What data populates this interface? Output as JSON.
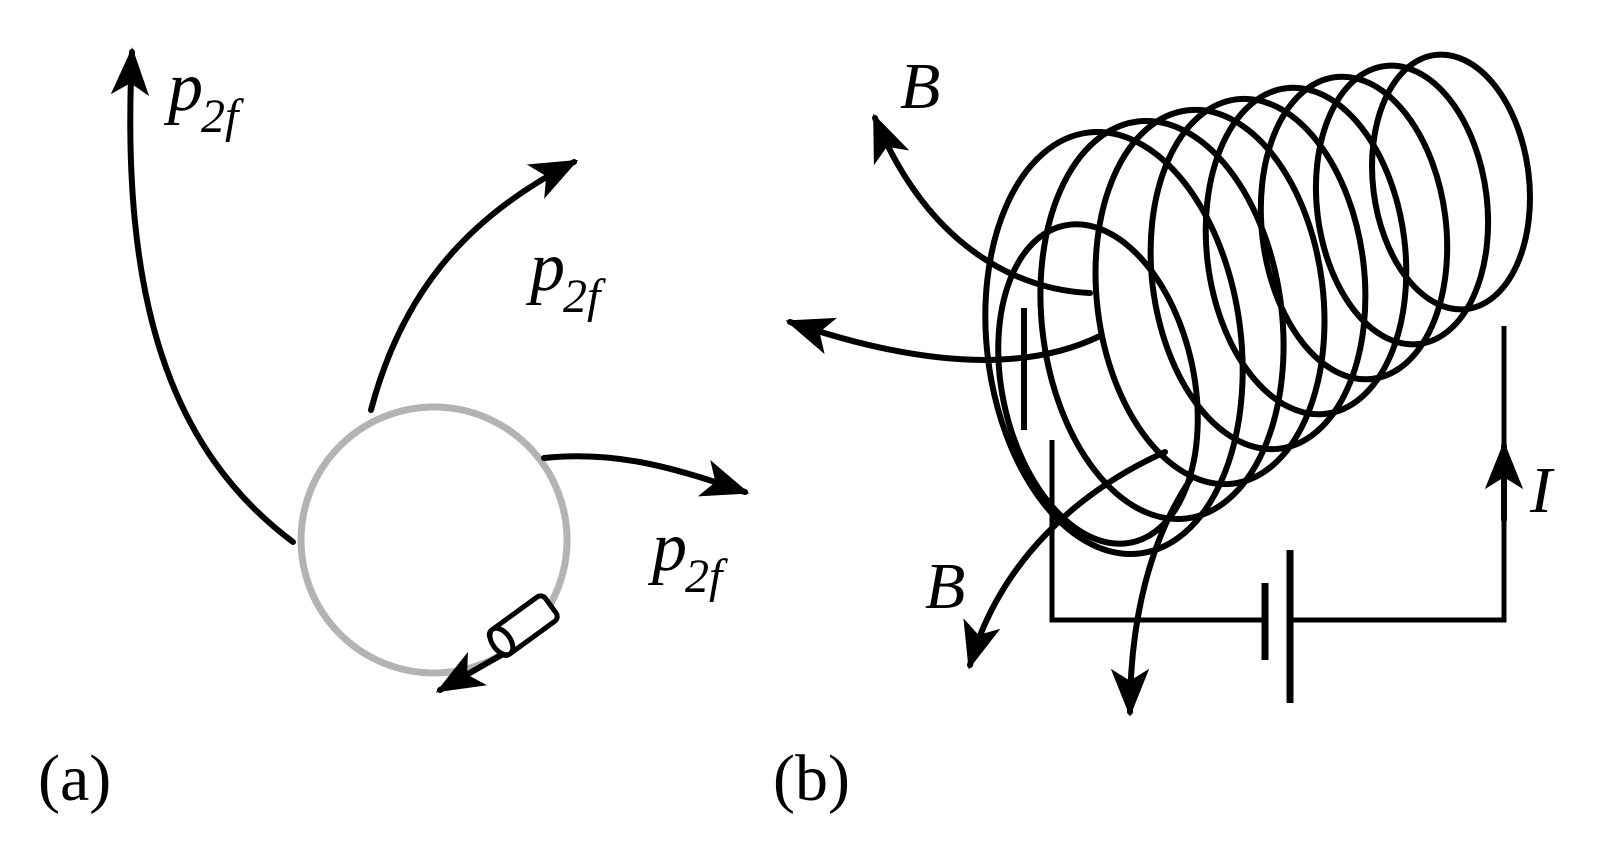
{
  "panel_a": {
    "caption": "(a)",
    "ring_color": "#b3b3b3",
    "momentum_labels": [
      {
        "base": "p",
        "sub": "2f"
      },
      {
        "base": "p",
        "sub": "2f"
      },
      {
        "base": "p",
        "sub": "2f"
      }
    ],
    "icons": {
      "injector": "injector-tube-icon"
    }
  },
  "panel_b": {
    "caption": "(b)",
    "field_label_top": "B",
    "field_label_bottom": "B",
    "current_label": "I",
    "icons": {
      "battery": "battery-icon",
      "solenoid": "solenoid-icon"
    }
  },
  "colors": {
    "ink": "#000000",
    "background": "#ffffff"
  }
}
